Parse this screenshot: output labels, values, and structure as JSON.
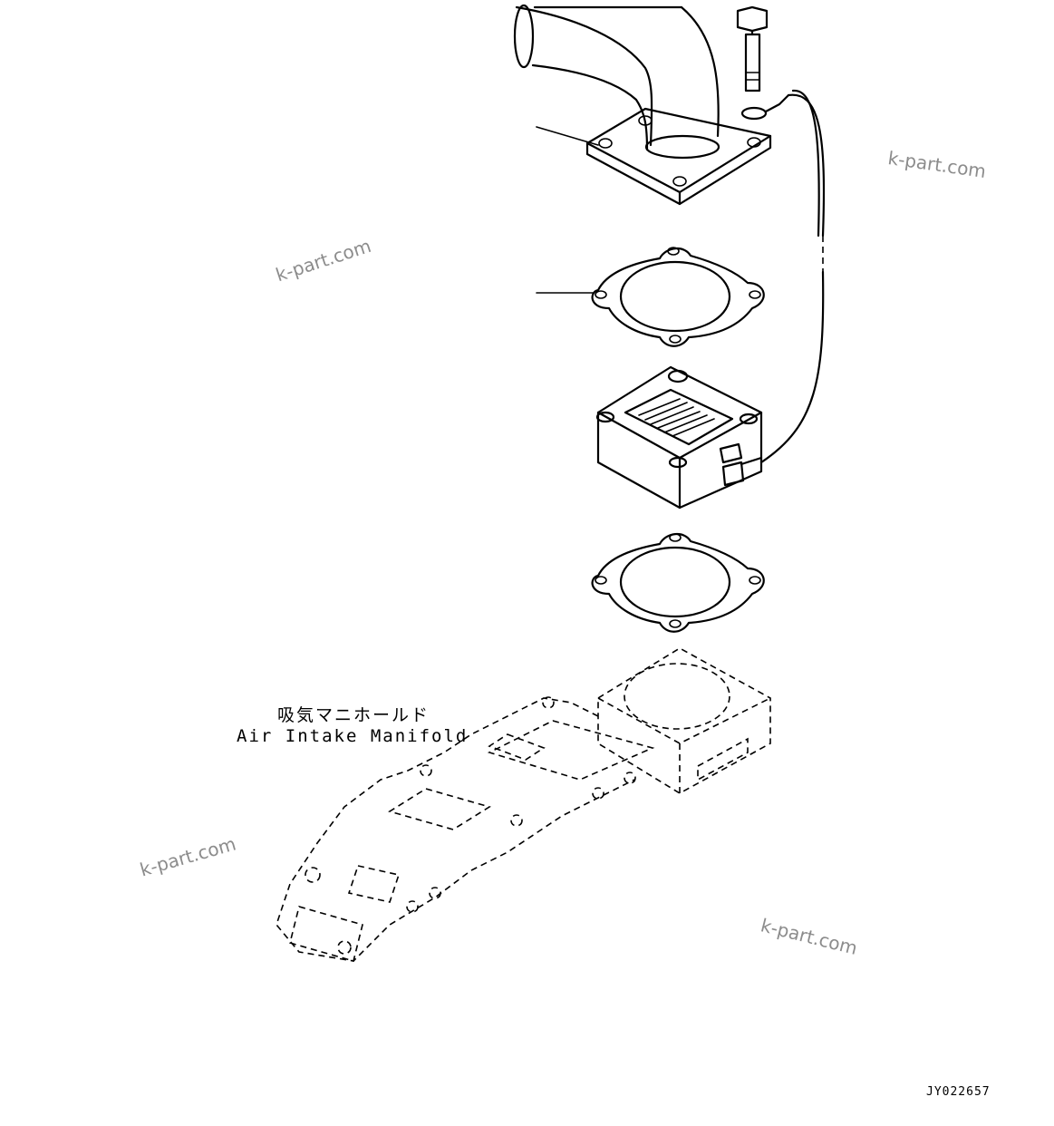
{
  "watermarks": [
    "k-part.com",
    "k-part.com",
    "k-part.com",
    "k-part.com"
  ],
  "labels": {
    "manifold_ja": "吸気マニホールド",
    "manifold_en": "Air Intake Manifold"
  },
  "drawing_code": "JY022657"
}
